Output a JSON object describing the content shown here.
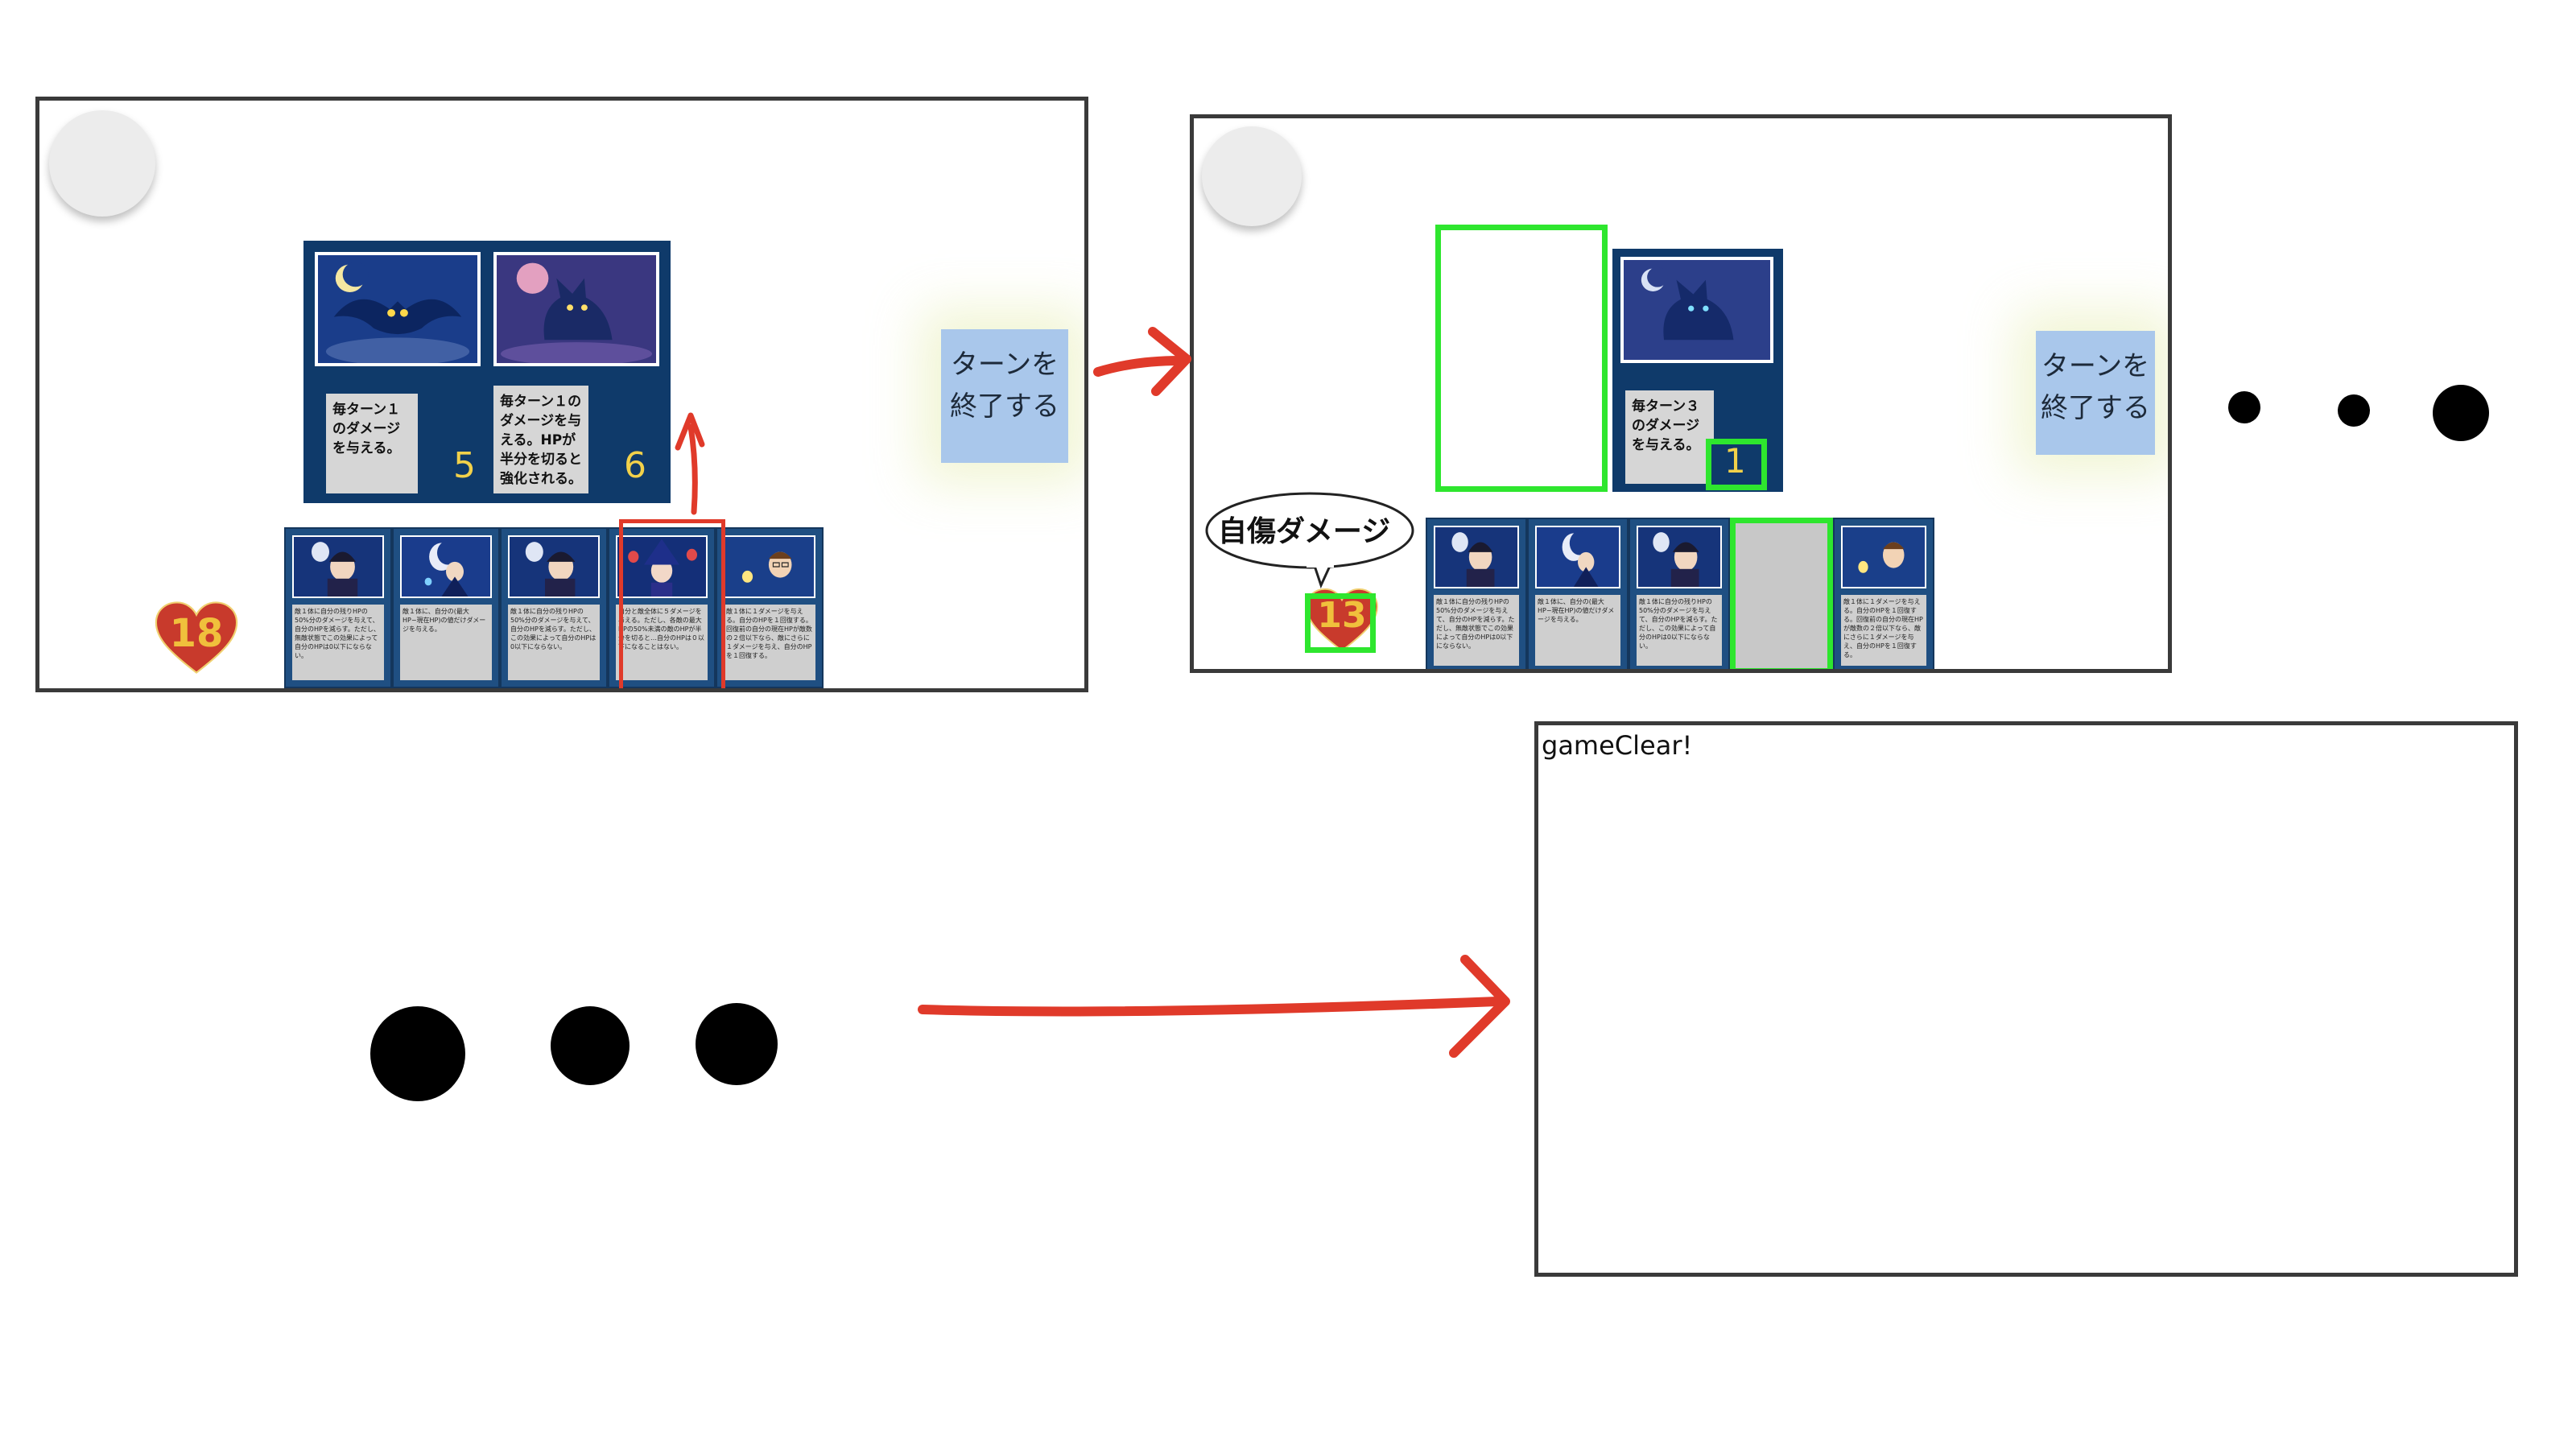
{
  "panel1": {
    "enemies": [
      {
        "description": "毎ターン１のダメージを与える。",
        "value": "5",
        "icon": "bat-monster"
      },
      {
        "description": "毎ターン１のダメージを与える。HPが半分を切ると強化される。",
        "value": "6",
        "icon": "wolf-monster"
      }
    ],
    "end_turn_label": "ターンを終了する",
    "player_hp": "18",
    "hand": [
      {
        "text": "敵１体に自分の残りHPの50%分のダメージを与えて、自分のHPを減らす。ただし、無敵状態でこの効果によって自分のHPは0以下にならない。",
        "icon": "mage-boy"
      },
      {
        "text": "敵１体に、自分の(最大HP−現在HP)の値だけダメージを与える。",
        "icon": "moon-mage"
      },
      {
        "text": "敵１体に自分の残りHPの50%分のダメージを与えて、自分のHPを減らす。ただし、この効果によって自分のHPは0以下にならない。",
        "icon": "mage-boy"
      },
      {
        "text": "自分と敵全体に５ダメージを与える。ただし、各敵の最大HPの50%未満の敵のHPが半分を切ると…自分のHPは０以下になることはない。",
        "icon": "witch-girl"
      },
      {
        "text": "敵１体に１ダメージを与える。自分のHPを１回復する。回復前の自分の現在HPが敵数の２倍以下なら、敵にさらに１ダメージを与え、自分のHPを１回復する。",
        "icon": "scholar-boy"
      }
    ]
  },
  "panel2": {
    "enemies": [
      {
        "description": "毎ターン３のダメージを与える。",
        "value": "1",
        "icon": "wolf-monster"
      }
    ],
    "end_turn_label": "ターンを終了する",
    "self_damage_label": "自傷ダメージ",
    "player_hp": "13",
    "hand": [
      {
        "text": "敵１体に自分の残りHPの50%分のダメージを与えて、自分のHPを減らす。ただし、無敵状態でこの効果によって自分のHPは0以下にならない。",
        "icon": "mage-boy"
      },
      {
        "text": "敵１体に、自分の(最大HP−現在HP)の値だけダメージを与える。",
        "icon": "moon-mage"
      },
      {
        "text": "敵１体に自分の残りHPの50%分のダメージを与えて、自分のHPを減らす。ただし、この効果によって自分のHPは0以下にならない。",
        "icon": "mage-boy"
      },
      {
        "text": "",
        "icon": "empty-slot"
      },
      {
        "text": "敵１体に１ダメージを与える。自分のHPを１回復する。回復前の自分の現在HPが敵数の２倍以下なら、敵にさらに１ダメージを与え、自分のHPを１回復する。",
        "icon": "scholar-boy"
      }
    ]
  },
  "panel3": {
    "message": "gameClear!"
  },
  "colors": {
    "board_blue": "#0f3a6a",
    "card_blue": "#1f4f82",
    "arrow_red": "#e03a2a",
    "highlight_green": "#2ee62e",
    "number_yellow": "#f2d14a",
    "end_turn_blue": "#a9c7eb"
  }
}
